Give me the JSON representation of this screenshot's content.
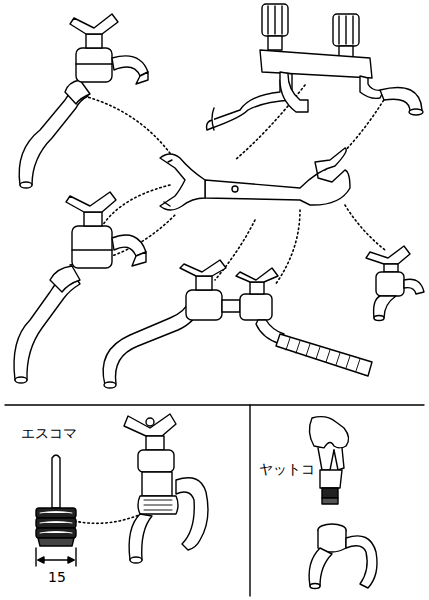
{
  "diagram": {
    "labels": [
      "エスコマ",
      "15",
      "ヤットコ"
    ]
  }
}
